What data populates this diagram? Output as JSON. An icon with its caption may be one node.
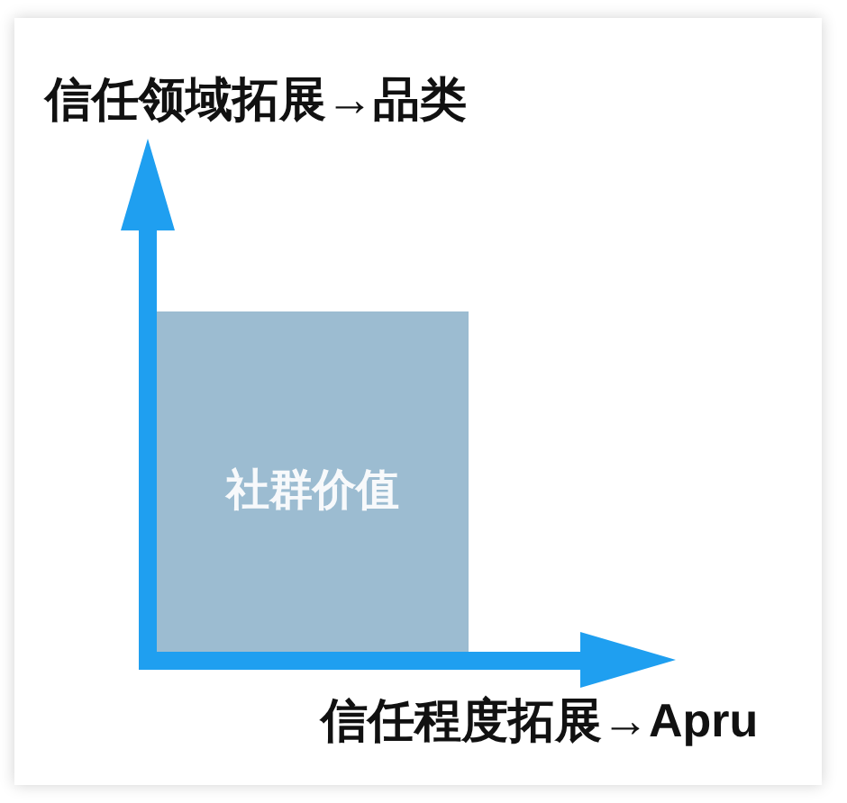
{
  "diagram": {
    "nodes": [
      {
        "text": [
          "社群价值"
        ]
      }
    ],
    "edges": [],
    "labels": [
      "信任领域拓展→品类",
      "信任程度拓展→Apru"
    ]
  }
}
